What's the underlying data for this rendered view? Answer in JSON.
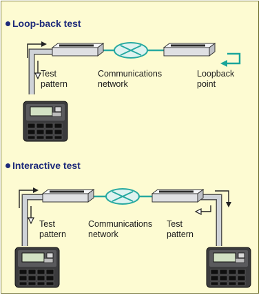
{
  "sections": {
    "loopback": {
      "title": "Loop-back test",
      "test_pattern_label": [
        "Test",
        "pattern"
      ],
      "network_label": [
        "Communications",
        "network"
      ],
      "loopback_label": [
        "Loopback",
        "point"
      ]
    },
    "interactive": {
      "title": "Interactive test",
      "left_test_pattern_label": [
        "Test",
        "pattern"
      ],
      "network_label": [
        "Communications",
        "network"
      ],
      "right_test_pattern_label": [
        "Test",
        "pattern"
      ]
    }
  },
  "colors": {
    "background": "#fdfbd2",
    "title": "#1d2a7a",
    "network": "#27a9a0",
    "loopback_arrow": "#1aa59a",
    "cable": "#c9cdd3",
    "modem_body": "#e2e3e6",
    "tester_body": "#3b3b3d"
  }
}
